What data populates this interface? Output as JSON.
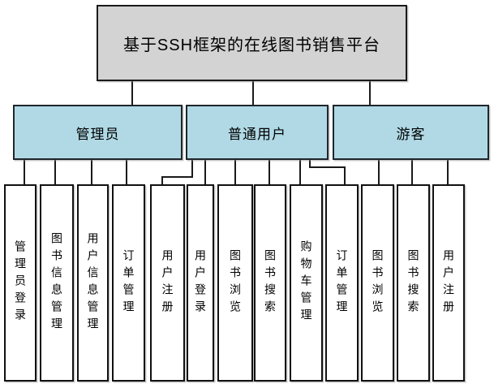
{
  "diagram": {
    "title": {
      "label": "基于SSH框架的在线图书销售平台"
    },
    "roles": [
      {
        "id": "admin",
        "label": "管理员"
      },
      {
        "id": "user",
        "label": "普通用户"
      },
      {
        "id": "guest",
        "label": "游客"
      }
    ],
    "leaves": [
      {
        "label": "管理员登录",
        "parent": "管理员"
      },
      {
        "label": "图书信息管理",
        "parent": "管理员"
      },
      {
        "label": "用户信息管理",
        "parent": "管理员"
      },
      {
        "label": "订单管理",
        "parent": "管理员"
      },
      {
        "label": "用户注册",
        "parent": "普通用户"
      },
      {
        "label": "用户登录",
        "parent": "普通用户"
      },
      {
        "label": "图书浏览",
        "parent": "普通用户"
      },
      {
        "label": "图书搜索",
        "parent": "普通用户"
      },
      {
        "label": "购物车管理",
        "parent": "普通用户"
      },
      {
        "label": "订单管理",
        "parent": "普通用户"
      },
      {
        "label": "图书浏览",
        "parent": "游客"
      },
      {
        "label": "图书搜索",
        "parent": "游客"
      },
      {
        "label": "用户注册",
        "parent": "游客"
      }
    ],
    "colors": {
      "title_fill": "#d3d3d3",
      "role_fill": "#b0d9e5",
      "leaf_fill": "#ffffff",
      "line": "#1a1a1a"
    }
  }
}
